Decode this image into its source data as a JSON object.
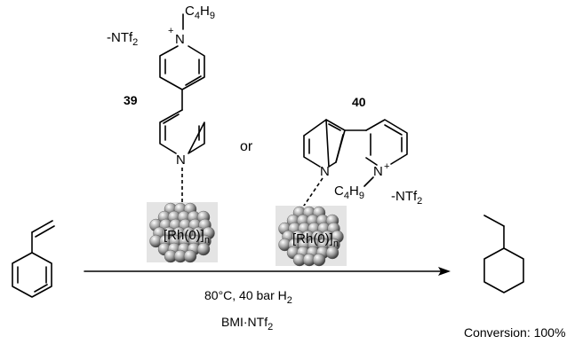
{
  "compound_39": {
    "label": "39",
    "n_plus": "N",
    "plus": "+",
    "alkyl": "C",
    "alkyl_sub": "4",
    "alkyl_h": "H",
    "alkyl_h_sub": "9",
    "counter_minus": "-",
    "counter_ion": "NTf",
    "counter_sub": "2",
    "n_bottom": "N"
  },
  "compound_40": {
    "label": "40",
    "n_left": "N",
    "n_plus": "N",
    "plus": "+",
    "alkyl": "C",
    "alkyl_sub": "4",
    "alkyl_h": "H",
    "alkyl_h_sub": "9",
    "counter_minus": "-",
    "counter_ion": "NTf",
    "counter_sub": "2"
  },
  "or_text": "or",
  "nanoparticle_label": "[Rh(0)]",
  "nanoparticle_sub": "n",
  "conditions": {
    "line1": "80°C, 40 bar H",
    "line1_sub": "2",
    "line2": "BMI·NTf",
    "line2_sub": "2"
  },
  "conversion": "Conversion: 100%",
  "colors": {
    "ink": "#000000",
    "particle": "#8f8f8f"
  }
}
